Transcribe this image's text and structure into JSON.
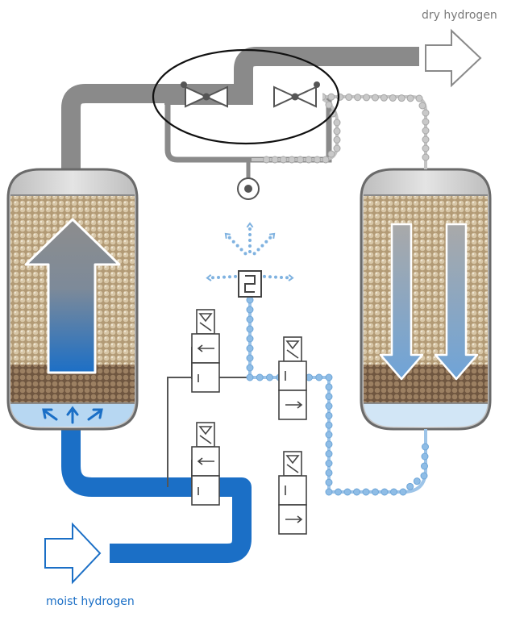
{
  "labels": {
    "dry_hydrogen": "dry hydrogen",
    "moist_hydrogen": "moist hydrogen"
  },
  "colors": {
    "dry_gas": "#8a8a8a",
    "moist_gas": "#1b6fc6",
    "signal_line": "#9dc4e8",
    "pilot_line": "#c4c4c4",
    "desiccant": "#c2ad8c",
    "label_dry": "#7a7a7a",
    "label_moist": "#1b6fc6"
  },
  "icons": {
    "highlight": "ellipse-outline",
    "valves": "gate-valve-icon",
    "gauge": "pressure-gauge-icon",
    "solenoid": "solenoid-valve-icon",
    "silencer": "exhaust-silencer-icon"
  }
}
